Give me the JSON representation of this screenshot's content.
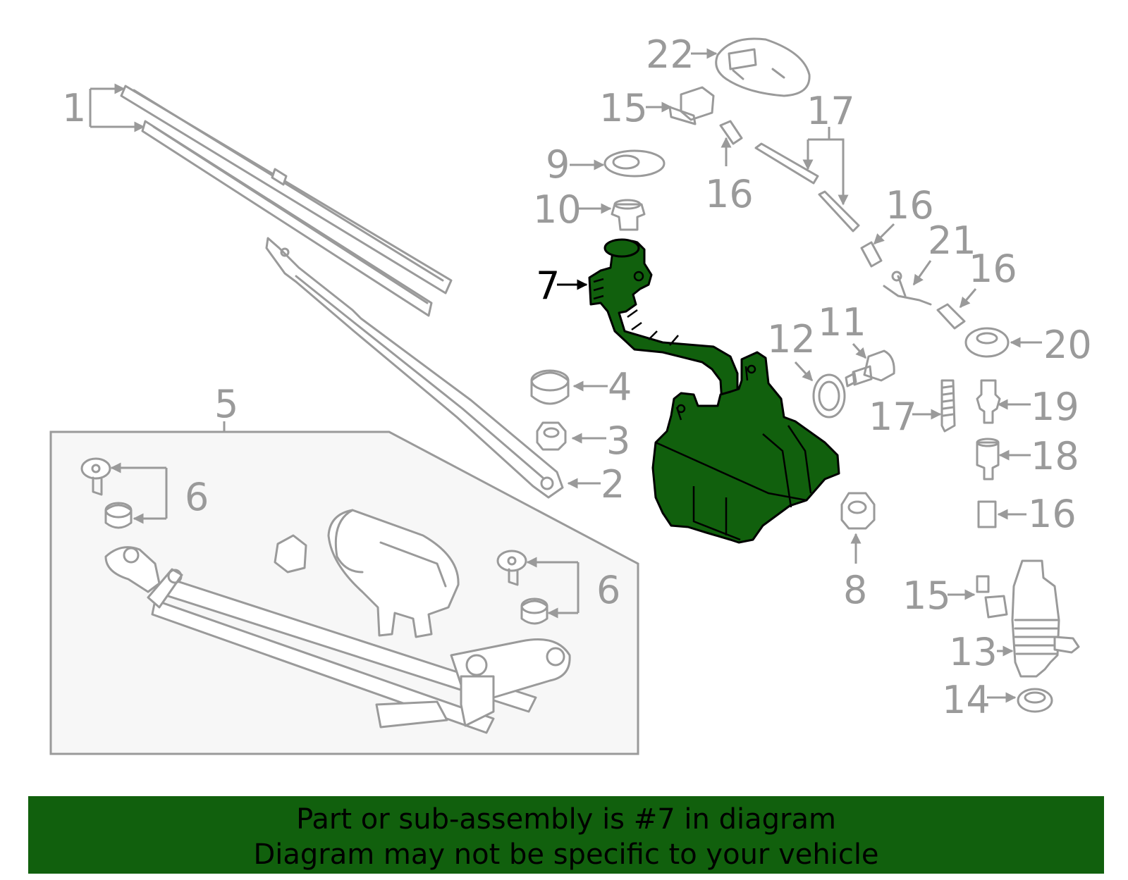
{
  "banner": {
    "line1": "Part or sub-assembly is #7 in diagram",
    "line2": "Diagram may not be specific to your vehicle"
  },
  "callouts": {
    "c1": "1",
    "c2": "2",
    "c3": "3",
    "c4": "4",
    "c5": "5",
    "c6a": "6",
    "c6b": "6",
    "c7": "7",
    "c8": "8",
    "c9": "9",
    "c10": "10",
    "c11": "11",
    "c12": "12",
    "c13": "13",
    "c14": "14",
    "c15a": "15",
    "c15b": "15",
    "c16a": "16",
    "c16b": "16",
    "c16c": "16",
    "c16d": "16",
    "c17a": "17",
    "c17b": "17",
    "c18": "18",
    "c19": "19",
    "c20": "20",
    "c21": "21",
    "c22": "22"
  },
  "colors": {
    "highlight": "#11600d",
    "line": "#9a9a9a",
    "inset_bg": "#f7f7f7"
  },
  "highlighted_part": "7"
}
